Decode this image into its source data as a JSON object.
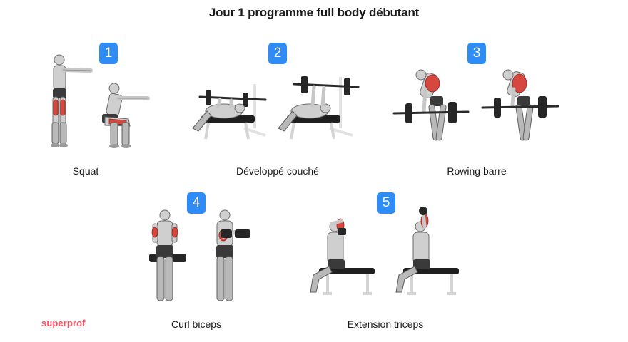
{
  "title": "Jour 1 programme full body débutant",
  "brand": "superprof",
  "accent_color": "#2f8cf4",
  "brand_color": "#ff4f5e",
  "muscle_color": "#d6473d",
  "exercises": [
    {
      "number": "1",
      "label": "Squat"
    },
    {
      "number": "2",
      "label": "Développé couché"
    },
    {
      "number": "3",
      "label": "Rowing barre"
    },
    {
      "number": "4",
      "label": "Curl biceps"
    },
    {
      "number": "5",
      "label": "Extension triceps"
    }
  ]
}
